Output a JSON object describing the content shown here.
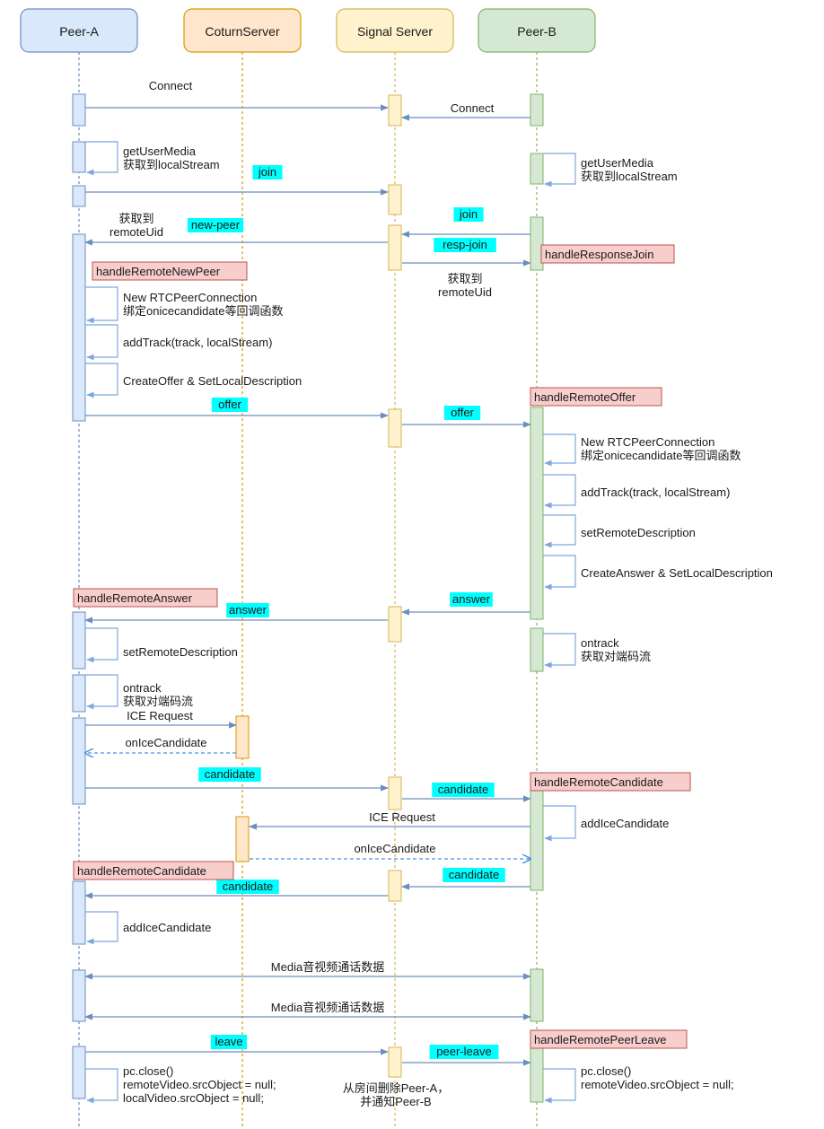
{
  "participants": [
    {
      "key": "A",
      "label": "Peer-A",
      "fill": "#dae8fc",
      "stroke": "#6c8ebf"
    },
    {
      "key": "C",
      "label": "CoturnServer",
      "fill": "#ffe6cc",
      "stroke": "#d79b00"
    },
    {
      "key": "S",
      "label": "Signal Server",
      "fill": "#fff2cc",
      "stroke": "#d6b656"
    },
    {
      "key": "B",
      "label": "Peer-B",
      "fill": "#d5e8d4",
      "stroke": "#82b366"
    }
  ],
  "colors": {
    "arrow": "#6c8ebf",
    "selfArrow": "#7ea6e0",
    "highlight": "#00ffff",
    "handlerFill": "#f8cecc",
    "handlerStroke": "#b85450",
    "text": "#1a1a1a"
  },
  "messages": [
    {
      "from": "A",
      "to": "S",
      "label": "Connect"
    },
    {
      "from": "B",
      "to": "S",
      "label": "Connect"
    },
    {
      "from": "A",
      "to": "S",
      "label": "join",
      "highlight": true
    },
    {
      "from": "B",
      "to": "S",
      "label": "join",
      "highlight": true
    },
    {
      "from": "S",
      "to": "A",
      "label": "new-peer",
      "highlight": true
    },
    {
      "from": "S",
      "to": "B",
      "label": "resp-join",
      "highlight": true
    },
    {
      "from": "A",
      "to": "S",
      "label": "offer",
      "highlight": true
    },
    {
      "from": "S",
      "to": "B",
      "label": "offer",
      "highlight": true
    },
    {
      "from": "B",
      "to": "S",
      "label": "answer",
      "highlight": true
    },
    {
      "from": "S",
      "to": "A",
      "label": "answer",
      "highlight": true
    },
    {
      "from": "A",
      "to": "C",
      "label": "ICE Request"
    },
    {
      "from": "C",
      "to": "A",
      "label": "onIceCandidate",
      "dashed": true
    },
    {
      "from": "A",
      "to": "S",
      "label": "candidate",
      "highlight": true
    },
    {
      "from": "S",
      "to": "B",
      "label": "candidate",
      "highlight": true
    },
    {
      "from": "B",
      "to": "C",
      "label": "ICE Request"
    },
    {
      "from": "C",
      "to": "B",
      "label": "onIceCandidate",
      "dashed": true
    },
    {
      "from": "B",
      "to": "S",
      "label": "candidate",
      "highlight": true
    },
    {
      "from": "S",
      "to": "A",
      "label": "candidate",
      "highlight": true
    },
    {
      "from": "A",
      "to": "B",
      "label": "Media音视频通话数据",
      "both": true
    },
    {
      "from": "A",
      "to": "B",
      "label": "Media音视频通话数据",
      "both": true
    },
    {
      "from": "A",
      "to": "S",
      "label": "leave",
      "highlight": true
    },
    {
      "from": "S",
      "to": "B",
      "label": "peer-leave",
      "highlight": true
    }
  ],
  "selfCalls": [
    {
      "who": "A",
      "lines": [
        "getUserMedia",
        "获取到localStream"
      ]
    },
    {
      "who": "B",
      "lines": [
        "getUserMedia",
        "获取到localStream"
      ]
    },
    {
      "who": "A",
      "lines": [
        "New RTCPeerConnection",
        "绑定onicecandidate等回调函数"
      ]
    },
    {
      "who": "A",
      "lines": [
        "addTrack(track, localStream)"
      ]
    },
    {
      "who": "A",
      "lines": [
        "CreateOffer &  SetLocalDescription"
      ]
    },
    {
      "who": "B",
      "lines": [
        "New RTCPeerConnection",
        "绑定onicecandidate等回调函数"
      ]
    },
    {
      "who": "B",
      "lines": [
        "addTrack(track, localStream)"
      ]
    },
    {
      "who": "B",
      "lines": [
        "setRemoteDescription"
      ]
    },
    {
      "who": "B",
      "lines": [
        "CreateAnswer &  SetLocalDescription"
      ]
    },
    {
      "who": "B",
      "lines": [
        "ontrack",
        "获取对端码流"
      ]
    },
    {
      "who": "A",
      "lines": [
        "setRemoteDescription"
      ]
    },
    {
      "who": "A",
      "lines": [
        "ontrack",
        "获取对端码流"
      ]
    },
    {
      "who": "B",
      "lines": [
        "addIceCandidate"
      ]
    },
    {
      "who": "A",
      "lines": [
        "addIceCandidate"
      ]
    },
    {
      "who": "A",
      "lines": [
        "pc.close()",
        "remoteVideo.srcObject = null;",
        "localVideo.srcObject = null;"
      ]
    },
    {
      "who": "B",
      "lines": [
        "pc.close()",
        "remoteVideo.srcObject = null;"
      ]
    }
  ],
  "handlers": [
    "handleRemoteNewPeer",
    "handleResponseJoin",
    "handleRemoteOffer",
    "handleRemoteAnswer",
    "handleRemoteCandidate",
    "handleRemoteCandidate",
    "handleRemotePeerLeave"
  ],
  "notes": [
    {
      "lines": [
        "获取到",
        "remoteUid"
      ]
    },
    {
      "lines": [
        "获取到",
        "remoteUid"
      ]
    },
    {
      "lines": [
        "从房间删除Peer-A，",
        "并通知Peer-B"
      ]
    }
  ]
}
